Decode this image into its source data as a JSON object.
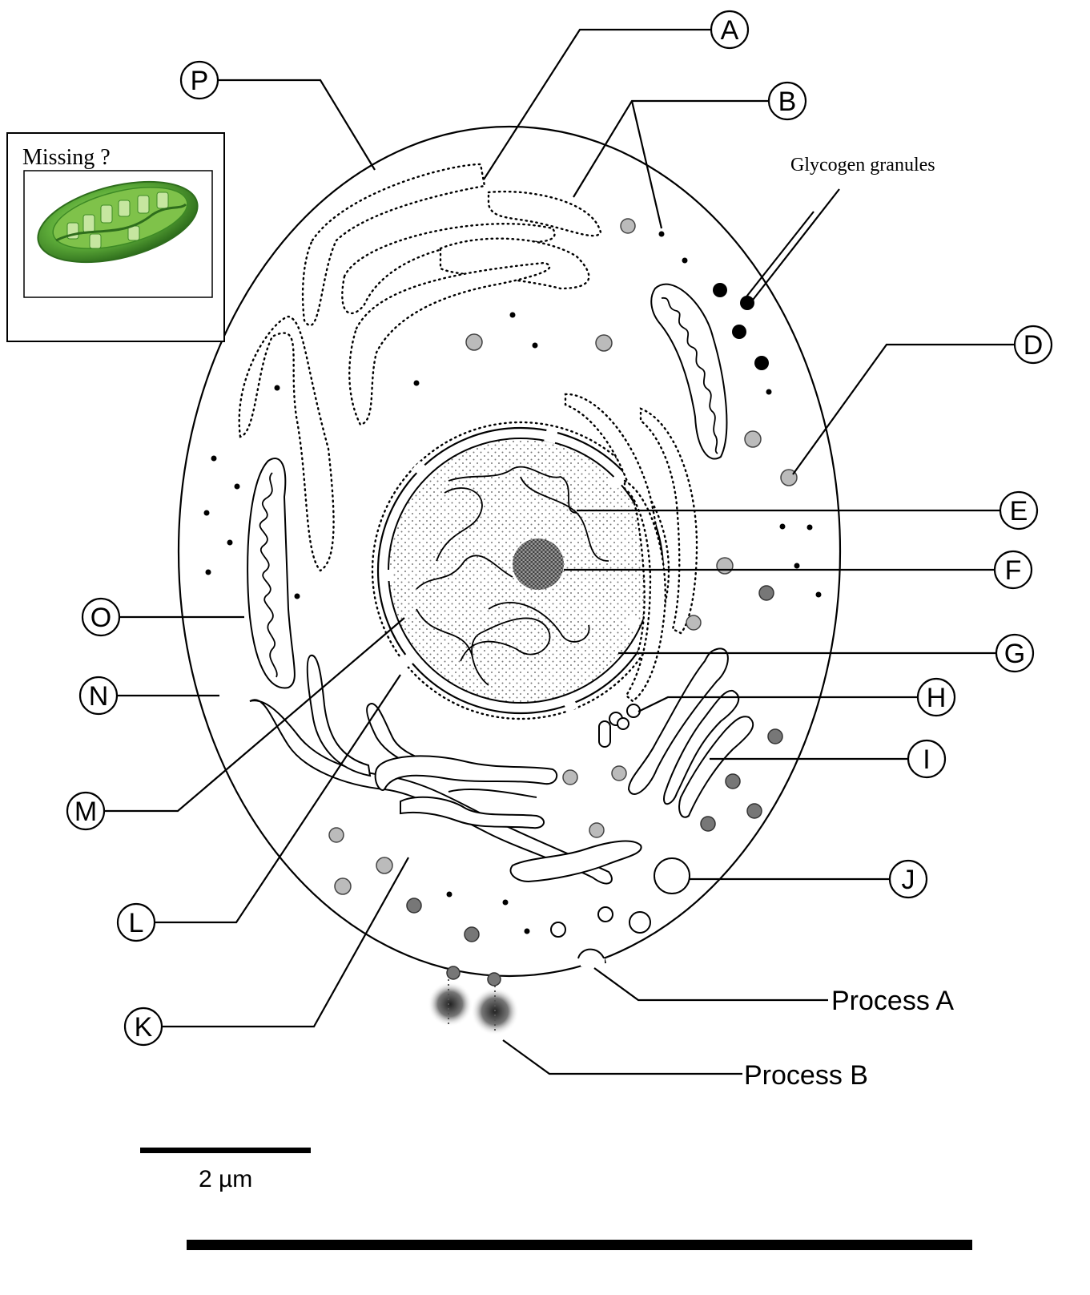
{
  "inset": {
    "title": "Missing ?"
  },
  "glycogen_label": "Glycogen granules",
  "callouts": [
    {
      "id": "A",
      "letter": "A"
    },
    {
      "id": "B",
      "letter": "B"
    },
    {
      "id": "D",
      "letter": "D"
    },
    {
      "id": "E",
      "letter": "E"
    },
    {
      "id": "F",
      "letter": "F"
    },
    {
      "id": "G",
      "letter": "G"
    },
    {
      "id": "H",
      "letter": "H"
    },
    {
      "id": "I",
      "letter": "I"
    },
    {
      "id": "J",
      "letter": "J"
    },
    {
      "id": "K",
      "letter": "K"
    },
    {
      "id": "L",
      "letter": "L"
    },
    {
      "id": "M",
      "letter": "M"
    },
    {
      "id": "N",
      "letter": "N"
    },
    {
      "id": "O",
      "letter": "O"
    },
    {
      "id": "P",
      "letter": "P"
    }
  ],
  "processes": {
    "a": "Process A",
    "b": "Process B"
  },
  "scale_bar": {
    "label": "2 µm"
  },
  "colors": {
    "lines": "#000000",
    "granule_light": "#bbbbbb",
    "granule_dark": "#777777",
    "chloroplast": "#5fae3a"
  }
}
